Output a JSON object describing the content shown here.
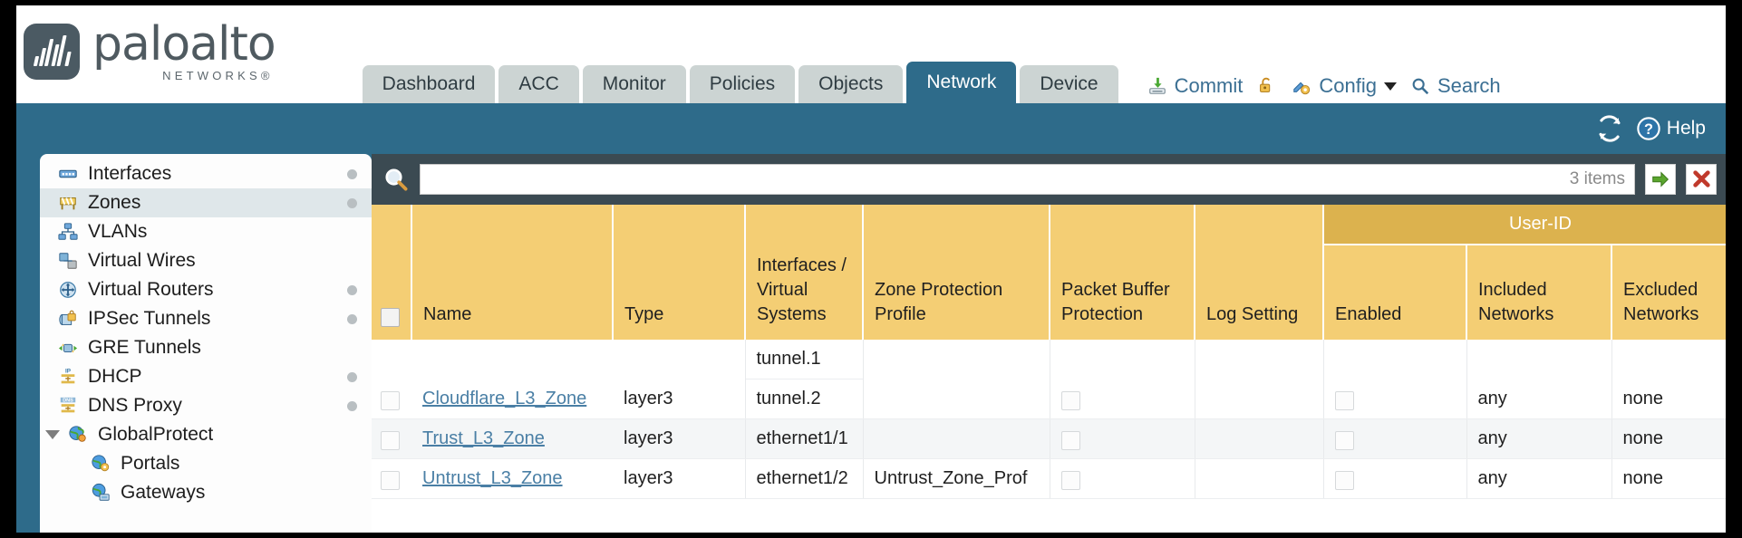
{
  "brand": {
    "name": "paloalto",
    "tagline": "NETWORKS®",
    "logo_icon": "paloalto-waveform-logo"
  },
  "nav": {
    "tabs": [
      {
        "label": "Dashboard",
        "active": false
      },
      {
        "label": "ACC",
        "active": false
      },
      {
        "label": "Monitor",
        "active": false
      },
      {
        "label": "Policies",
        "active": false
      },
      {
        "label": "Objects",
        "active": false
      },
      {
        "label": "Network",
        "active": true
      },
      {
        "label": "Device",
        "active": false
      }
    ]
  },
  "top_actions": {
    "commit": {
      "label": "Commit",
      "icon": "commit-save-icon"
    },
    "lock": {
      "icon": "padlock-unlocked-icon"
    },
    "config": {
      "label": "Config",
      "icon": "config-wrench-gear-icon",
      "caret": "chevron-down-icon"
    },
    "search": {
      "label": "Search",
      "icon": "magnifier-icon"
    }
  },
  "blueband": {
    "refresh": {
      "icon": "refresh-icon"
    },
    "help": {
      "label": "Help",
      "icon": "question-circle-icon"
    }
  },
  "sidebar": {
    "items": [
      {
        "label": "Interfaces",
        "icon": "interfaces-icon",
        "dot": true,
        "selected": false,
        "child": false,
        "expander": ""
      },
      {
        "label": "Zones",
        "icon": "zones-icon",
        "dot": true,
        "selected": true,
        "child": false,
        "expander": ""
      },
      {
        "label": "VLANs",
        "icon": "vlans-icon",
        "dot": false,
        "selected": false,
        "child": false,
        "expander": ""
      },
      {
        "label": "Virtual Wires",
        "icon": "virtual-wires-icon",
        "dot": false,
        "selected": false,
        "child": false,
        "expander": ""
      },
      {
        "label": "Virtual Routers",
        "icon": "virtual-routers-icon",
        "dot": true,
        "selected": false,
        "child": false,
        "expander": ""
      },
      {
        "label": "IPSec Tunnels",
        "icon": "ipsec-tunnels-icon",
        "dot": true,
        "selected": false,
        "child": false,
        "expander": ""
      },
      {
        "label": "GRE Tunnels",
        "icon": "gre-tunnels-icon",
        "dot": false,
        "selected": false,
        "child": false,
        "expander": ""
      },
      {
        "label": "DHCP",
        "icon": "dhcp-icon",
        "dot": true,
        "selected": false,
        "child": false,
        "expander": ""
      },
      {
        "label": "DNS Proxy",
        "icon": "dns-proxy-icon",
        "dot": true,
        "selected": false,
        "child": false,
        "expander": ""
      },
      {
        "label": "GlobalProtect",
        "icon": "globalprotect-icon",
        "dot": false,
        "selected": false,
        "child": false,
        "expander": "expanded"
      },
      {
        "label": "Portals",
        "icon": "portals-icon",
        "dot": false,
        "selected": false,
        "child": true,
        "expander": ""
      },
      {
        "label": "Gateways",
        "icon": "gateways-icon",
        "dot": false,
        "selected": false,
        "child": true,
        "expander": ""
      }
    ]
  },
  "filterbar": {
    "search_value": "",
    "search_placeholder": "",
    "items_count": "3 items",
    "apply_icon": "green-arrow-apply-icon",
    "clear_icon": "red-x-clear-icon",
    "magnifier_icon": "magnifier-icon"
  },
  "table": {
    "group_header": {
      "label": "User-ID",
      "span": 3
    },
    "columns": [
      "Name",
      "Type",
      "Interfaces / Virtual Systems",
      "Zone Protection Profile",
      "Packet Buffer Protection",
      "Log Setting",
      "Enabled",
      "Included Networks",
      "Excluded Networks"
    ],
    "rows": [
      {
        "name": "Cloudflare_L3_Zone",
        "type": "layer3",
        "interfaces": [
          "tunnel.1",
          "tunnel.2"
        ],
        "zone_protection_profile": "",
        "packet_buffer_protection": false,
        "log_setting": "",
        "userid_enabled": false,
        "included_networks": "any",
        "excluded_networks": "none"
      },
      {
        "name": "Trust_L3_Zone",
        "type": "layer3",
        "interfaces": [
          "ethernet1/1"
        ],
        "zone_protection_profile": "",
        "packet_buffer_protection": false,
        "log_setting": "",
        "userid_enabled": false,
        "included_networks": "any",
        "excluded_networks": "none"
      },
      {
        "name": "Untrust_L3_Zone",
        "type": "layer3",
        "interfaces": [
          "ethernet1/2"
        ],
        "zone_protection_profile": "Untrust_Zone_Prof",
        "packet_buffer_protection": false,
        "log_setting": "",
        "userid_enabled": false,
        "included_networks": "any",
        "excluded_networks": "none"
      }
    ]
  },
  "colors": {
    "brand_blue": "#2e6b8a",
    "header_gold": "#f4ce74",
    "group_gold": "#dcb24e",
    "link_blue": "#4a7fa5",
    "panel_dark": "#3b4a52"
  }
}
